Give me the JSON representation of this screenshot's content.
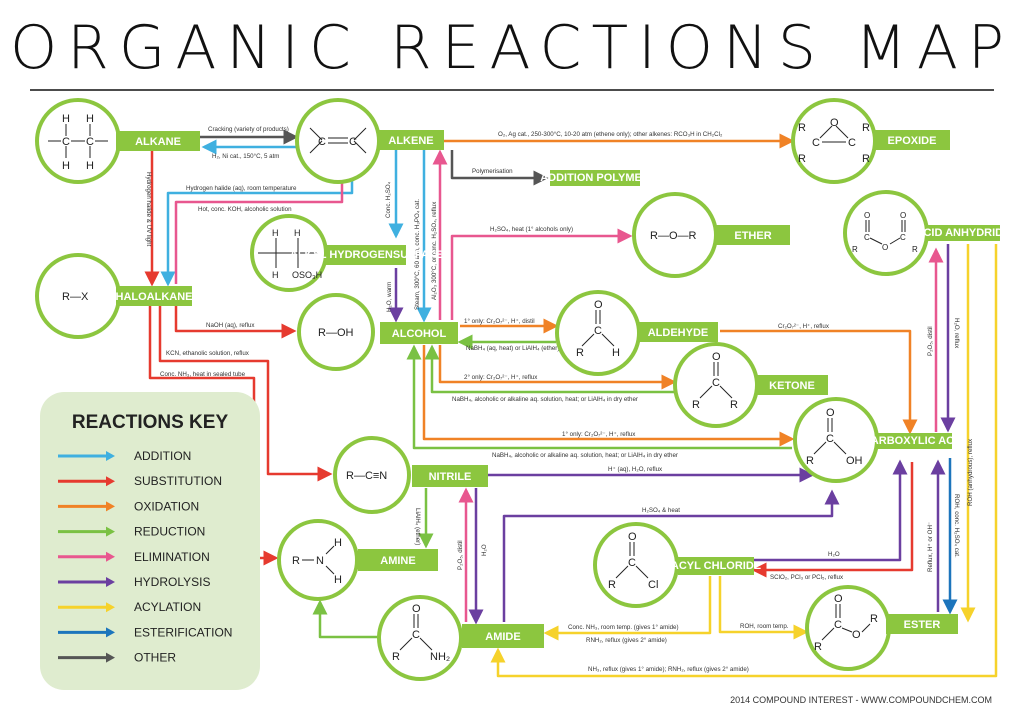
{
  "title": "ORGANIC REACTIONS MAP",
  "footer": "2014 COMPOUND INTEREST - WWW.COMPOUNDCHEM.COM",
  "colors": {
    "node_green": "#8cc63f",
    "circle_border": "#8cc63f",
    "key_bg": "#dfeccf",
    "addition": "#3fb0e0",
    "substitution": "#e63a2f",
    "oxidation": "#f08226",
    "reduction": "#7ac143",
    "elimination": "#e8578f",
    "hydrolysis": "#6b3fa0",
    "acylation": "#f6d22b",
    "esterification": "#1c75bc",
    "other": "#555555"
  },
  "nodes": {
    "alkane": "ALKANE",
    "alkene": "ALKENE",
    "epoxide": "EPOXIDE",
    "addition_polymer": "ADDITION POLYMER",
    "ether": "ETHER",
    "acid_anhydride": "ACID ANHYDRIDE",
    "alkyl_hydrogensulfate": "ALKYL HYDROGENSULFATE",
    "haloalkane": "HALOALKANE",
    "alcohol": "ALCOHOL",
    "aldehyde": "ALDEHYDE",
    "ketone": "KETONE",
    "carboxylic_acid": "CARBOXYLIC ACID",
    "nitrile": "NITRILE",
    "amine": "AMINE",
    "acyl_chloride": "ACYL CHLORIDE",
    "amide": "AMIDE",
    "ester": "ESTER"
  },
  "structures": {
    "haloalkane_formula": "R—X",
    "alcohol_formula": "R—OH",
    "ether_formula": "R—O—R",
    "nitrile_formula": "R—C≡N",
    "sulfate_label": "OSO₃H",
    "h": "H",
    "c": "C",
    "o": "O",
    "n": "N",
    "r": "R",
    "oh": "OH",
    "cl": "Cl",
    "nh2": "NH₂"
  },
  "conditions": {
    "cracking": "Cracking (variety of products)",
    "hydrogenation": "H₂, Ni cat., 150°C, 5 atm",
    "epoxidation": "O₂, Ag cat., 250-300°C, 10-20 atm (ethene only); other alkenes: RCO₃H in CH₂Cl₂",
    "polymerisation": "Polymerisation",
    "ether_formation": "H₂SO₄, heat (1° alcohols only)",
    "hydrogen_halide_uv": "Hydrogen halide & UV light",
    "hydrogen_halide_aq": "Hydrogen halide (aq), room temperature",
    "hot_koh": "Hot, conc. KOH, alcoholic solution",
    "conc_h2so4": "Conc. H₂SO₄",
    "steam": "Steam, 300°C, 60 atm, conc. H₃PO₄ cat.",
    "dehydration": "Al₂O₃ 300°C, or conc. H₂SO₄, reflux",
    "h2o_warm": "H₂O, warm",
    "naoh": "NaOH (aq), reflux",
    "kcn": "KCN, ethanolic solution, reflux",
    "nh3_sealed": "Conc. NH₃, heat in sealed tube",
    "ox_to_aldehyde": "1° only: Cr₂O₇²⁻, H⁺, distil",
    "red_aldehyde": "NaBH₄ (aq, heat) or LiAlH₄ (ether)",
    "ox_to_ketone": "2° only: Cr₂O₇²⁻, H⁺, reflux",
    "red_ketone": "NaBH₄, alcoholic or alkaline aq. solution, heat; or LiAlH₄ in dry ether",
    "ox_to_acid": "1° only: Cr₂O₇²⁻, H⁺, reflux",
    "red_acid": "NaBH₄, alcoholic or alkaline aq. solution, heat; or LiAlH₄ in dry ether",
    "aldehyde_to_acid": "Cr₂O₇²⁻, H⁺, reflux",
    "nitrile_hydrolysis": "H⁺ (aq), H₂O, reflux",
    "lialh4_ether": "LiAlH₄ (ether)",
    "p2o5_distil": "P₂O₅, distil",
    "h2o": "H₂O",
    "h2so4_heat": "H₂SO₄ & heat",
    "acyl_hydrolysis": "H₂O",
    "acyl_formation": "SClO₂, PCl₃ or PCl₅, reflux",
    "amide_from_acyl_1": "Conc. NH₃, room temp. (gives 1° amide)",
    "amide_from_acyl_2": "RNH₂, reflux (gives 2° amide)",
    "ester_from_acyl": "ROH, room temp.",
    "amide_from_anhydride": "NH₃, reflux (gives 1° amide); RNH₂, reflux (gives 2° amide)",
    "anhydride_p2o5": "P₂O₅, distil",
    "anhydride_h2o": "H₂O, reflux",
    "anhydride_roh": "ROH (anhydrous), reflux",
    "ester_hydrolysis": "Reflux, H⁺ or OH⁻",
    "esterification": "ROH, conc. H₂SO₄ cat."
  },
  "key": {
    "title": "REACTIONS KEY",
    "items": [
      {
        "label": "ADDITION",
        "color": "#3fb0e0"
      },
      {
        "label": "SUBSTITUTION",
        "color": "#e63a2f"
      },
      {
        "label": "OXIDATION",
        "color": "#f08226"
      },
      {
        "label": "REDUCTION",
        "color": "#7ac143"
      },
      {
        "label": "ELIMINATION",
        "color": "#e8578f"
      },
      {
        "label": "HYDROLYSIS",
        "color": "#6b3fa0"
      },
      {
        "label": "ACYLATION",
        "color": "#f6d22b"
      },
      {
        "label": "ESTERIFICATION",
        "color": "#1c75bc"
      },
      {
        "label": "OTHER",
        "color": "#555555"
      }
    ]
  }
}
